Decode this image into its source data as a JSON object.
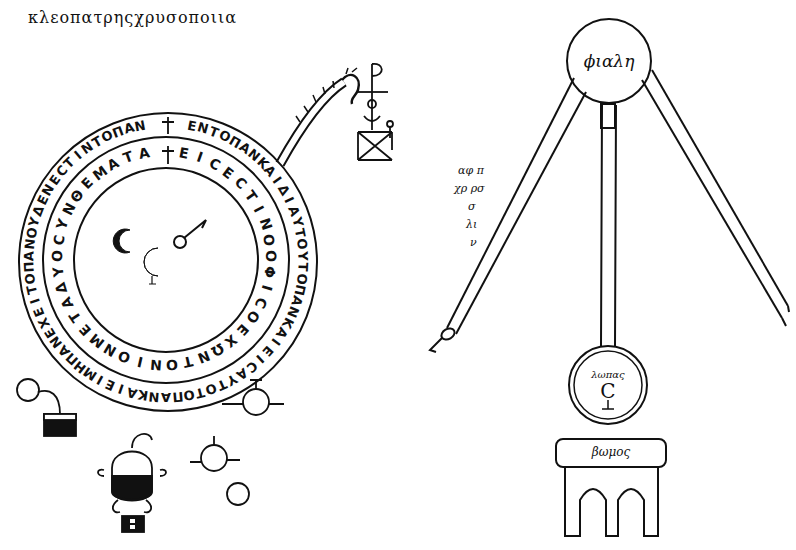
{
  "diagram": {
    "title": "κλεοπατρηςχρυσοποιια",
    "nodes": [
      {
        "text": [
          "ΕΝΤΟΠΑΝΚΑΙΔΙΑΥΤΟΥΤΟΠΑΝΚΑΙΕΙϹΑΥΤΟΤΟΠΑΝΚΑΙΕΙΜΗΠΑΝΕΧΕΙΤΟΠΑΝΟΥΔΕΝΕϹΤΙΝΤΟΠΑΝ"
        ]
      },
      {
        "text": [
          "ΕΙϹΕϹΤΙΝΟΟΦΙϹΟΕΧΩΝΤΟΝΙΟΝΜΕΤΑΔΥΟϹΥΝΘΕΜΑΤΑ"
        ],
        "in": 0
      },
      {
        "text": [
          "ϕιαλη"
        ]
      },
      {
        "text": [
          "λωπας",
          "C"
        ]
      },
      {
        "text": [
          "βωμος"
        ]
      }
    ],
    "edges": [
      {
        "from": 2,
        "to": 3,
        "arrow": "none"
      }
    ],
    "labels": [
      "αφ π",
      "χρ ρσ",
      "σ",
      "λι",
      "ν"
    ]
  }
}
